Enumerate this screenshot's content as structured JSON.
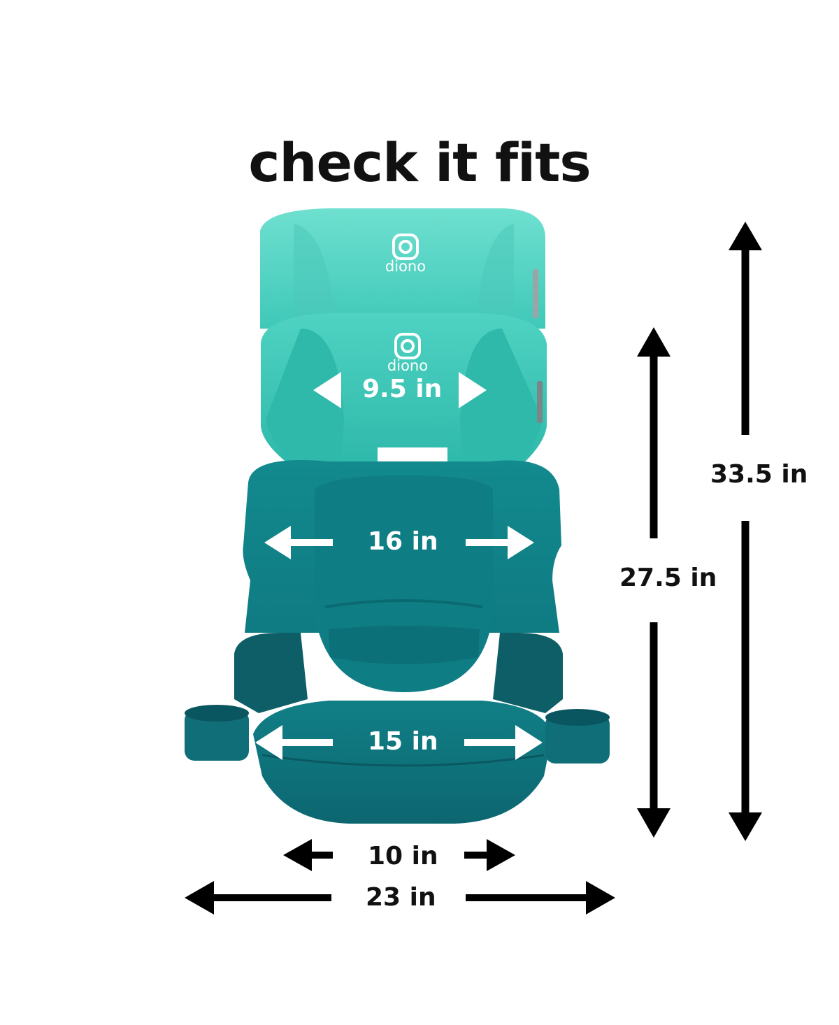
{
  "title": "check it fits",
  "brand": "diono",
  "dimensions": {
    "headrest_width": "9.5 in",
    "back_width": "16 in",
    "seat_width": "15 in",
    "base_depth": "10 in",
    "overall_width": "23 in",
    "low_height": "27.5 in",
    "high_height": "33.5 in"
  },
  "colors": {
    "headrest_light": "#58d6c6",
    "headrest_mid": "#33c2b2",
    "seat_back": "#138a8c",
    "seat_dark": "#0d6b75",
    "arrow_dark": "#000000"
  },
  "icons": [
    "diono-logo-icon",
    "arrow-icon"
  ]
}
